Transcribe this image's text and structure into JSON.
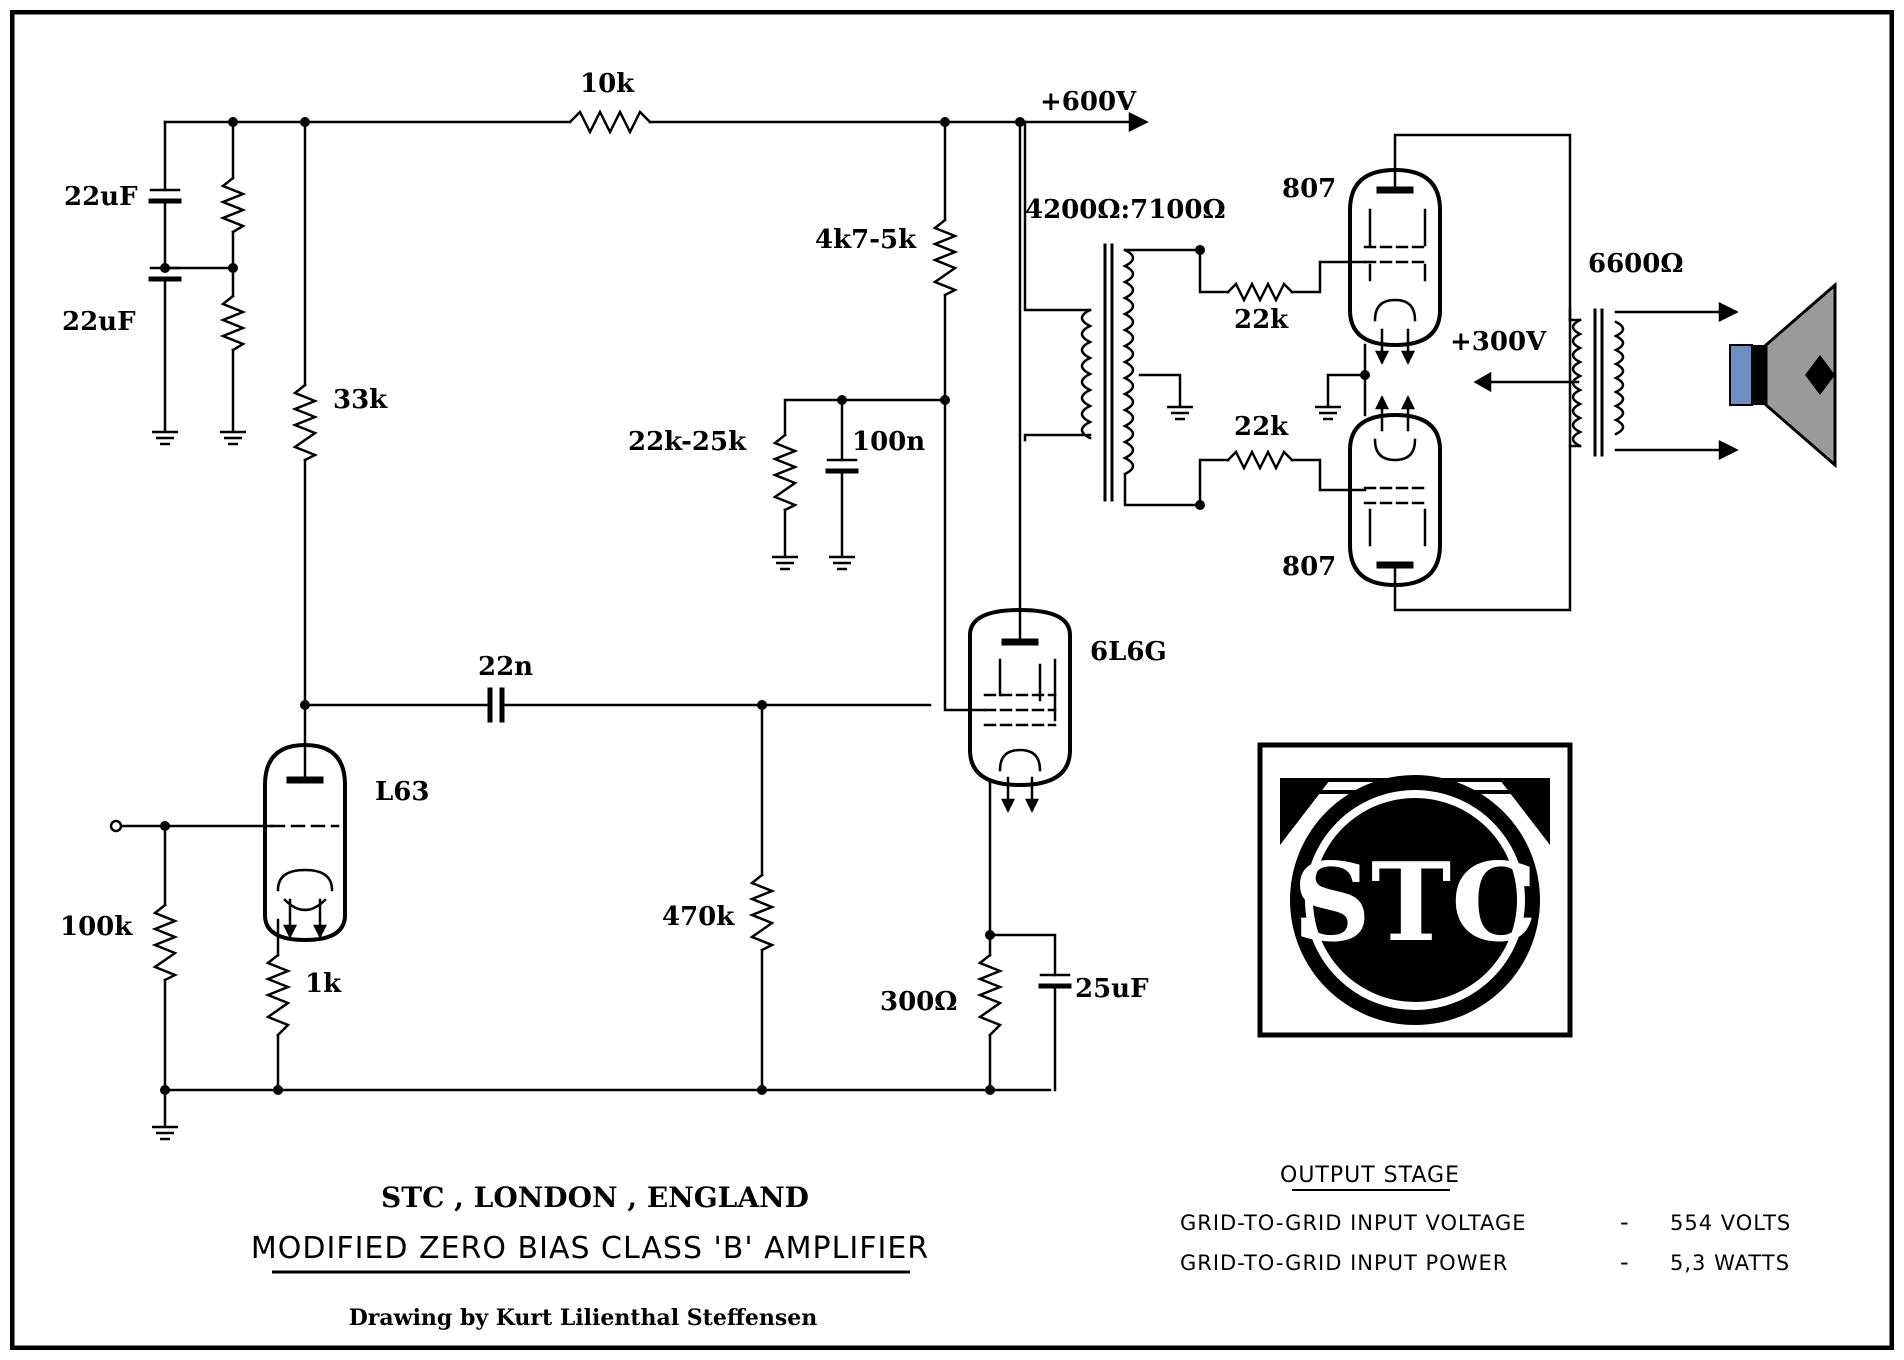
{
  "labels": {
    "b_plus_600v": "+600V",
    "r_10k": "10k",
    "c_22uf_top": "22uF",
    "c_22uf_bottom": "22uF",
    "r_33k": "33k",
    "r_4k7": "4k7-5k",
    "r_22k_25k": "22k-25k",
    "c_100n": "100n",
    "xfmr_driver_ratio": "4200Ω:7100Ω",
    "r_22k_grid_top": "22k",
    "r_22k_grid_bottom": "22k",
    "tube_807_top": "807",
    "tube_807_bottom": "807",
    "b_plus_300v": "+300V",
    "xfmr_output": "6600Ω",
    "tube_6l6g": "6L6G",
    "c_22n": "22n",
    "tube_l63": "L63",
    "r_100k": "100k",
    "r_1k": "1k",
    "r_470k": "470k",
    "r_300": "300Ω",
    "c_25uf": "25uF"
  },
  "logo": {
    "text": "STC"
  },
  "footer": {
    "maker": "STC , LONDON , ENGLAND",
    "title": "MODIFIED ZERO BIAS CLASS 'B' AMPLIFIER",
    "credit": "Drawing by Kurt Lilienthal Steffensen"
  },
  "output_stage": {
    "heading": "OUTPUT STAGE",
    "rows": [
      {
        "label": "GRID-TO-GRID INPUT VOLTAGE",
        "dash": "-",
        "value": "554 VOLTS"
      },
      {
        "label": "GRID-TO-GRID INPUT POWER",
        "dash": "-",
        "value": "5,3 WATTS"
      }
    ]
  },
  "colors": {
    "ink": "#000000",
    "paper": "#ffffff",
    "speaker_magnet": "#6f8fc0",
    "speaker_cone": "#9a9a9a"
  }
}
